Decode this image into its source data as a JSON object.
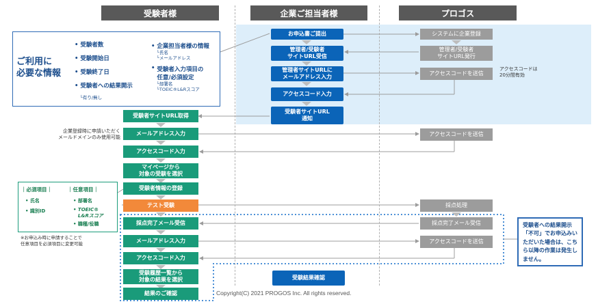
{
  "headers": {
    "examinee": "受験者様",
    "company": "企業ご担当者様",
    "progos": "プロゴス"
  },
  "required_info": {
    "title": "ご利用に\n必要な情報",
    "left_items": [
      "受験者数",
      "受験開始日",
      "受験終了日",
      "受験者への結果開示"
    ],
    "left_sub": "└有り/無し",
    "right_item1": "企業担当者様の情報",
    "right_item1_sub": "└氏名\n└メールアドレス",
    "right_item2": "受験者入力項目の\n任意/必須設定",
    "right_item2_sub": "└部署名\n└TOEIC®L&Rスコア"
  },
  "company_steps": [
    "お申込書ご提出",
    "管理者/受験者\nサイトURL受信",
    "管理者サイトURLに\nメールアドレス入力",
    "アクセスコード入力",
    "受験者サイトURL\n通知",
    "受験結果確認"
  ],
  "progos_steps": [
    "システムに企業登録",
    "管理者/受験者\nサイトURL発行",
    "アクセスコードを送信",
    "アクセスコードを送信",
    "採点処理",
    "採点完了メール受信",
    "アクセスコードを送信"
  ],
  "access_note": "アクセスコードは\n20分間有効",
  "examinee_steps": [
    "受験者サイトURL取得",
    "メールアドレス入力",
    "アクセスコード入力",
    "マイページから\n対象の受験を選択",
    "受験者情報の登録",
    "テスト受験",
    "採点完了メール受信",
    "メールアドレス入力",
    "アクセスコード入力",
    "受験履歴一覧から\n対象の結果を選択",
    "結果のご確認"
  ],
  "domain_note": "企業登録時に申請いただく\nメールドメインのみ使用可能",
  "fields_box": {
    "required_header": "｜必須項目｜",
    "optional_header": "｜任意項目｜",
    "required_items": [
      "氏名",
      "識別ID"
    ],
    "optional_items": [
      "部署名",
      "TOEIC®\nL&Rスコア",
      "職種/役職"
    ]
  },
  "change_note": "※お申込み時に申請することで\n任意項目を必須項目に変更可能",
  "disclosure_note": "受験者への結果開示「不可」でお申込みいただいた場合は、こちら以降の作業は発生しません。",
  "copyright": "Copyright(C) 2021 PROGOS Inc. All rights reserved.",
  "colors": {
    "examinee_green": "#1a9b7a",
    "company_blue": "#0b64b8",
    "progos_gray": "#9c9c9c",
    "test_orange": "#f2893a",
    "company_area": "#ddeefa"
  }
}
